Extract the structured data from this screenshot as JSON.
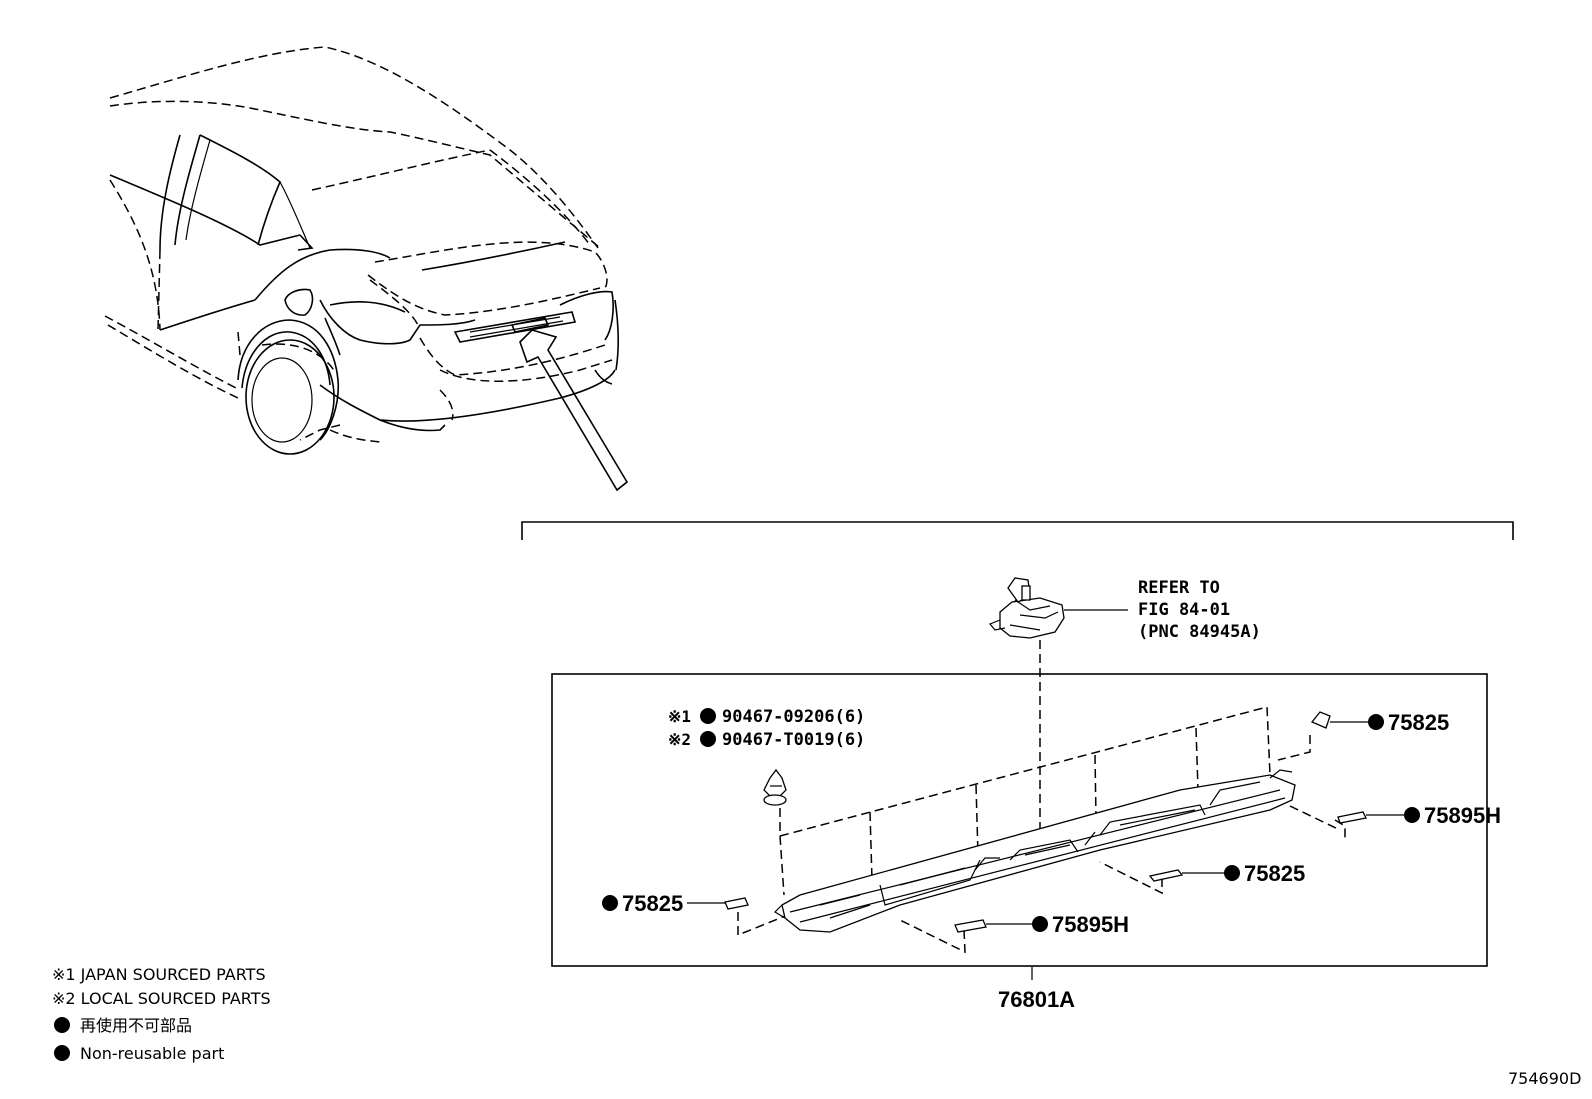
{
  "refer_note": {
    "line1": "REFER TO",
    "line2": "FIG 84-01",
    "line3": "(PNC 84945A)"
  },
  "fasteners": {
    "row1_mark": "※1",
    "row1_part": "90467-09206(6)",
    "row2_mark": "※2",
    "row2_part": "90467-T0019(6)"
  },
  "callouts": {
    "top_right_clip": "75825",
    "right_pad": "75895H",
    "mid_right_clip": "75825",
    "left_clip": "75825",
    "bottom_pad": "75895H"
  },
  "assembly_label": "76801A",
  "legend": {
    "note1": "※1 JAPAN SOURCED PARTS",
    "note2": "※2 LOCAL SOURCED PARTS",
    "bullet_jp": "再使用不可部品",
    "bullet_en": "Non-reusable part"
  },
  "figure_code": "754690D",
  "colors": {
    "line": "#000000",
    "background": "#ffffff"
  }
}
